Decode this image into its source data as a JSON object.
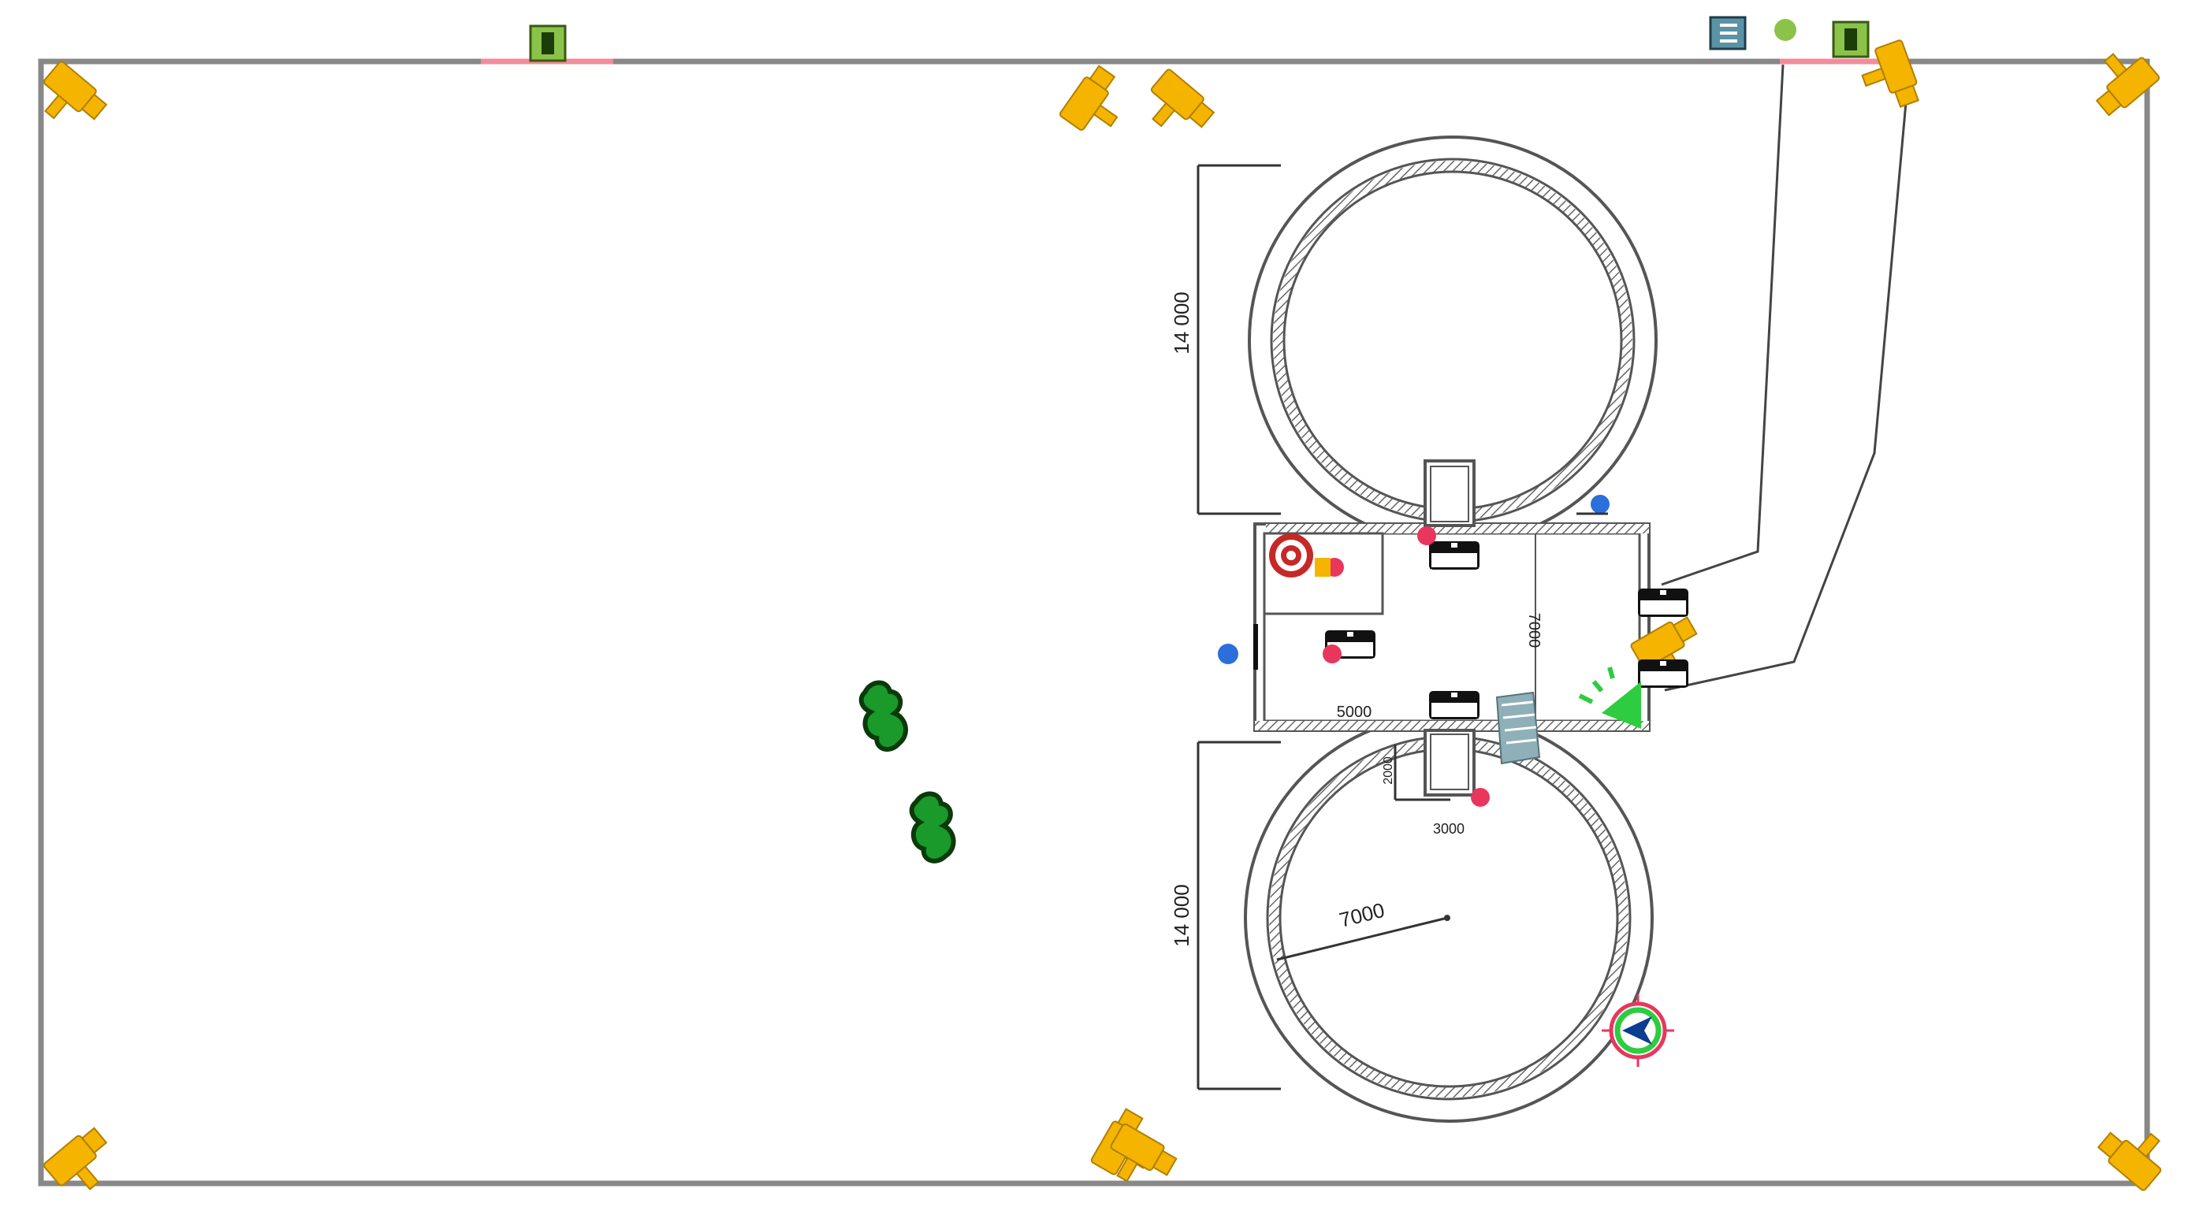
{
  "dimensions": {
    "upper_tank_height": "14 000",
    "lower_tank_height": "14 000",
    "lower_tank_radius": "7000",
    "room_width": "7000",
    "room_bottom_label": "5000",
    "door_label": "3000",
    "small_label": "2000"
  },
  "colors": {
    "wall": "#888888",
    "camera": "#f4b400",
    "sensor_red": "#e8365d",
    "sensor_blue": "#2a6fdb",
    "reader_green": "#8bc34a",
    "bush_green": "#1a9a2a",
    "perimeter_alarm": "#f28b9b",
    "target": "#c62828",
    "compass": "#0b3d91"
  },
  "icons": [
    "cctv-camera-icon",
    "access-reader-icon",
    "motion-sensor-icon",
    "target-icon",
    "compass-icon",
    "siren-icon",
    "bush-icon",
    "control-cabinet-icon",
    "door-controller-icon"
  ]
}
